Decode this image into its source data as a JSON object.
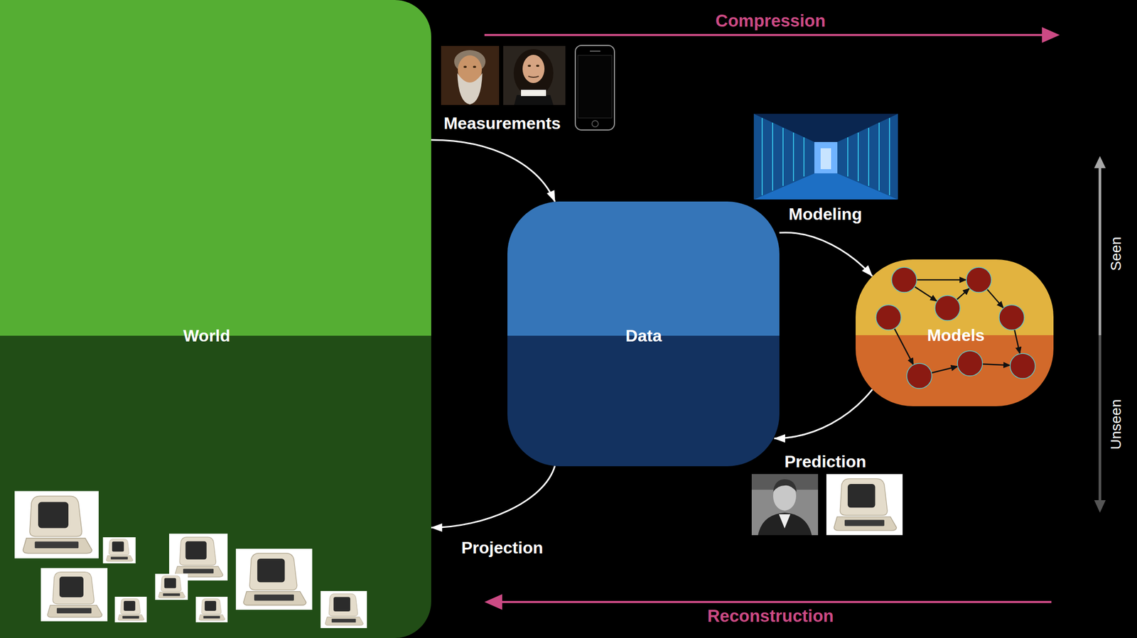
{
  "diagram": {
    "nodes": [
      {
        "text": [
          "World"
        ]
      },
      {
        "text": [
          "Data"
        ]
      },
      {
        "text": [
          "Models"
        ]
      }
    ],
    "edges": [
      {
        "from": 0,
        "to": 1,
        "arrow": "to",
        "label": "Measurements"
      },
      {
        "from": 1,
        "to": 2,
        "arrow": "to",
        "label": "Modeling"
      },
      {
        "from": 2,
        "to": 1,
        "arrow": "to",
        "label": "Prediction"
      },
      {
        "from": 1,
        "to": 0,
        "arrow": "to",
        "label": "Projection"
      }
    ],
    "labels": [
      "Compression",
      "Reconstruction",
      "Seen",
      "Unseen"
    ]
  }
}
